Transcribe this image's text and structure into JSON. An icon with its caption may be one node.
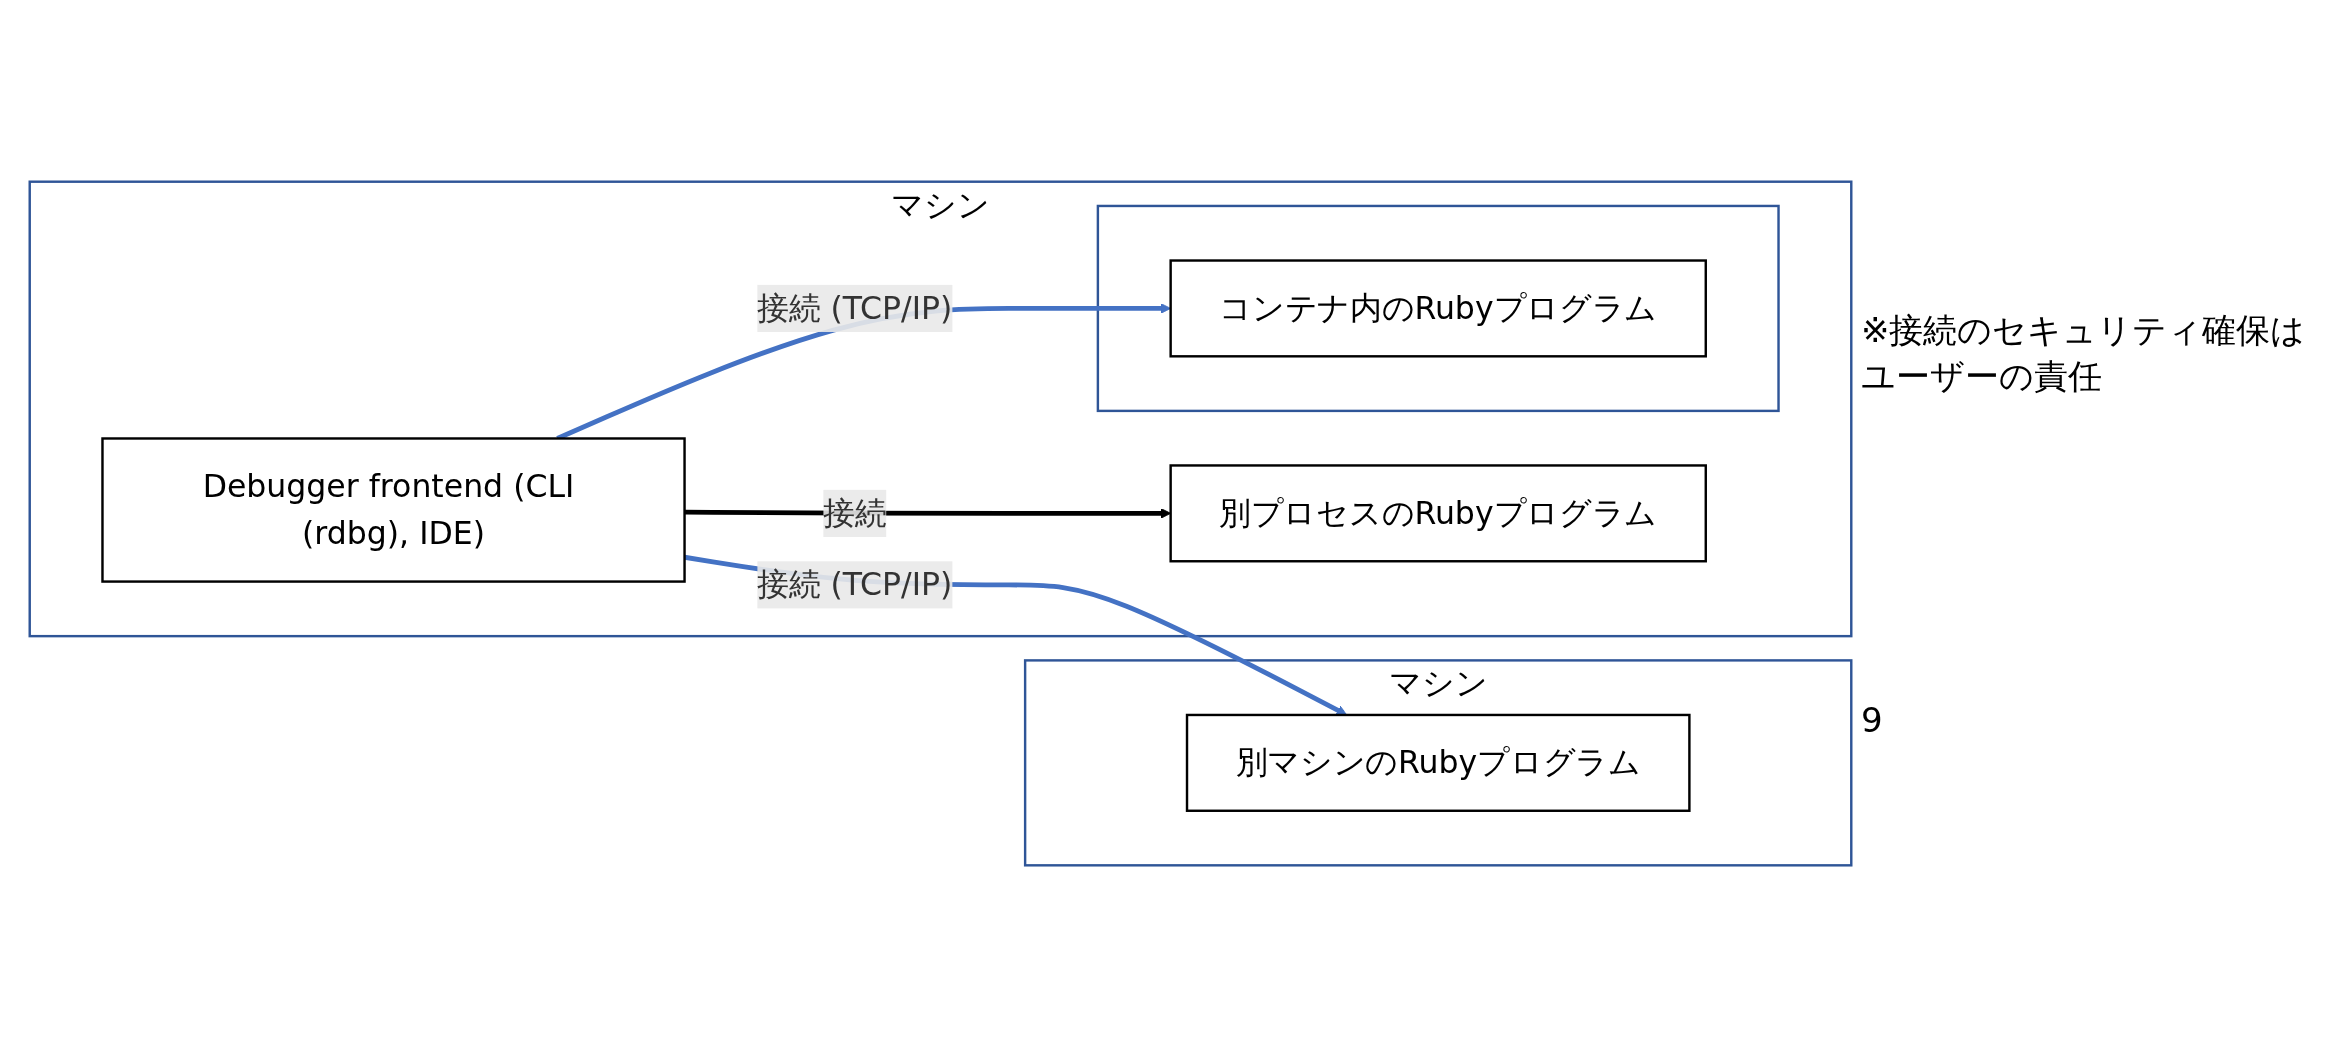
{
  "diagram": {
    "nodes": [
      {
        "text": [
          "マシン"
        ]
      },
      {
        "text": [
          "Debugger frontend (CLI (rdbg), IDE)"
        ],
        "in": 0
      },
      {
        "text": [
          "別プロセスのRubyプログラム"
        ],
        "in": 0
      },
      {
        "text": [],
        "shape": "box",
        "in": 0
      },
      {
        "text": [
          "コンテナ内のRubyプログラム"
        ],
        "in": 3
      },
      {
        "text": [
          "マシン"
        ]
      },
      {
        "text": [
          "別マシンのRubyプログラム"
        ],
        "in": 5
      }
    ],
    "edges": [
      {
        "from": 1,
        "to": 2,
        "arrow": "to",
        "label": "接続",
        "color": "#000000"
      },
      {
        "from": 1,
        "to": 6,
        "arrow": "to",
        "label": "接続 (TCP/IP)"
      },
      {
        "from": 1,
        "to": 4,
        "arrow": "to",
        "label": "接続 (TCP/IP)"
      }
    ],
    "labels": [
      "※接続のセキュリティ確保はユーザーの責任",
      "9"
    ]
  }
}
